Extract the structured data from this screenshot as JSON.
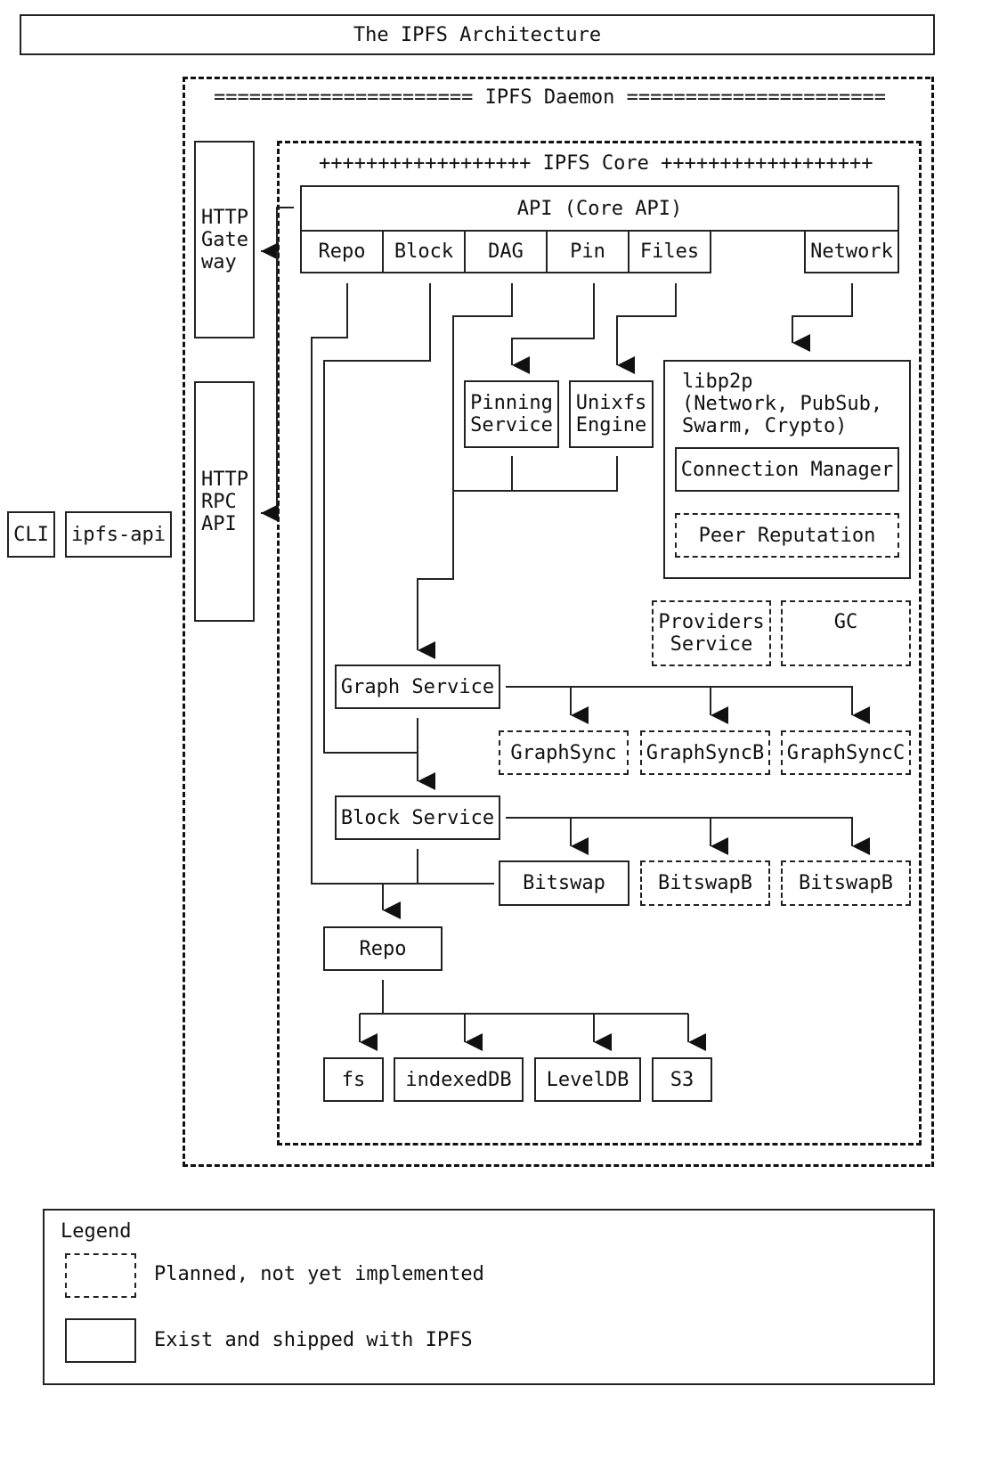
{
  "title": "The IPFS Architecture",
  "daemon": {
    "label": "====================== IPFS Daemon ======================"
  },
  "core": {
    "label": "++++++++++++++++++ IPFS Core ++++++++++++++++++"
  },
  "gateway": {
    "label": "HTTP\nGate\nway"
  },
  "rpc": {
    "label": "HTTP\nRPC\nAPI"
  },
  "clients": [
    {
      "label": "CLI"
    },
    {
      "label": "ipfs-api"
    }
  ],
  "api": {
    "label": "API (Core API)",
    "modules": [
      {
        "label": "Repo"
      },
      {
        "label": "Block"
      },
      {
        "label": "DAG"
      },
      {
        "label": "Pin"
      },
      {
        "label": "Files"
      },
      {
        "label": "Network"
      }
    ]
  },
  "pinning": {
    "label": "Pinning\nService"
  },
  "unixfs": {
    "label": "Unixfs\nEngine"
  },
  "libp2p": {
    "label": "libp2p\n(Network, PubSub,\nSwarm, Crypto)",
    "connection_manager": "Connection Manager",
    "peer_reputation": "Peer Reputation"
  },
  "providers": {
    "label": "Providers\nService"
  },
  "gc": {
    "label": "GC"
  },
  "graph_service": {
    "label": "Graph Service"
  },
  "graphsync": [
    {
      "label": "GraphSync"
    },
    {
      "label": "GraphSyncB"
    },
    {
      "label": "GraphSyncC"
    }
  ],
  "block_service": {
    "label": "Block Service"
  },
  "bitswap": [
    {
      "label": "Bitswap"
    },
    {
      "label": "BitswapB"
    },
    {
      "label": "BitswapB"
    }
  ],
  "repo": {
    "label": "Repo"
  },
  "stores": [
    {
      "label": "fs"
    },
    {
      "label": "indexedDB"
    },
    {
      "label": "LevelDB"
    },
    {
      "label": "S3"
    }
  ],
  "legend": {
    "title": "Legend",
    "planned": "Planned, not yet implemented",
    "shipped": "Exist and shipped with IPFS"
  }
}
